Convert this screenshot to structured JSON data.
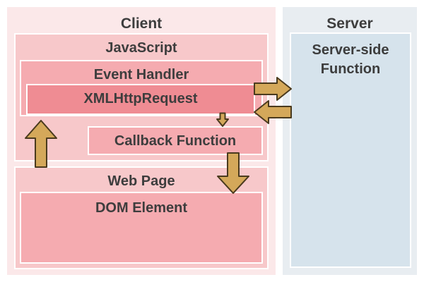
{
  "client": {
    "title": "Client"
  },
  "server": {
    "title": "Server",
    "function_label": "Server-side Function"
  },
  "javascript": {
    "title": "JavaScript"
  },
  "event_handler": {
    "title": "Event Handler"
  },
  "xhr": {
    "title": "XMLHttpRequest"
  },
  "callback": {
    "title": "Callback Function"
  },
  "web_page": {
    "title": "Web Page"
  },
  "dom_element": {
    "title": "DOM Element"
  },
  "colors": {
    "arrow_fill": "#d4a85a",
    "arrow_stroke": "#4a3a1e",
    "client_bg": "#fbe8e9",
    "server_bg": "#e8edf1",
    "server_fn_bg": "#d6e3ec",
    "pink_light": "#f7c8ca",
    "pink_mid": "#f5abb0",
    "pink_dark": "#ef8c93"
  }
}
